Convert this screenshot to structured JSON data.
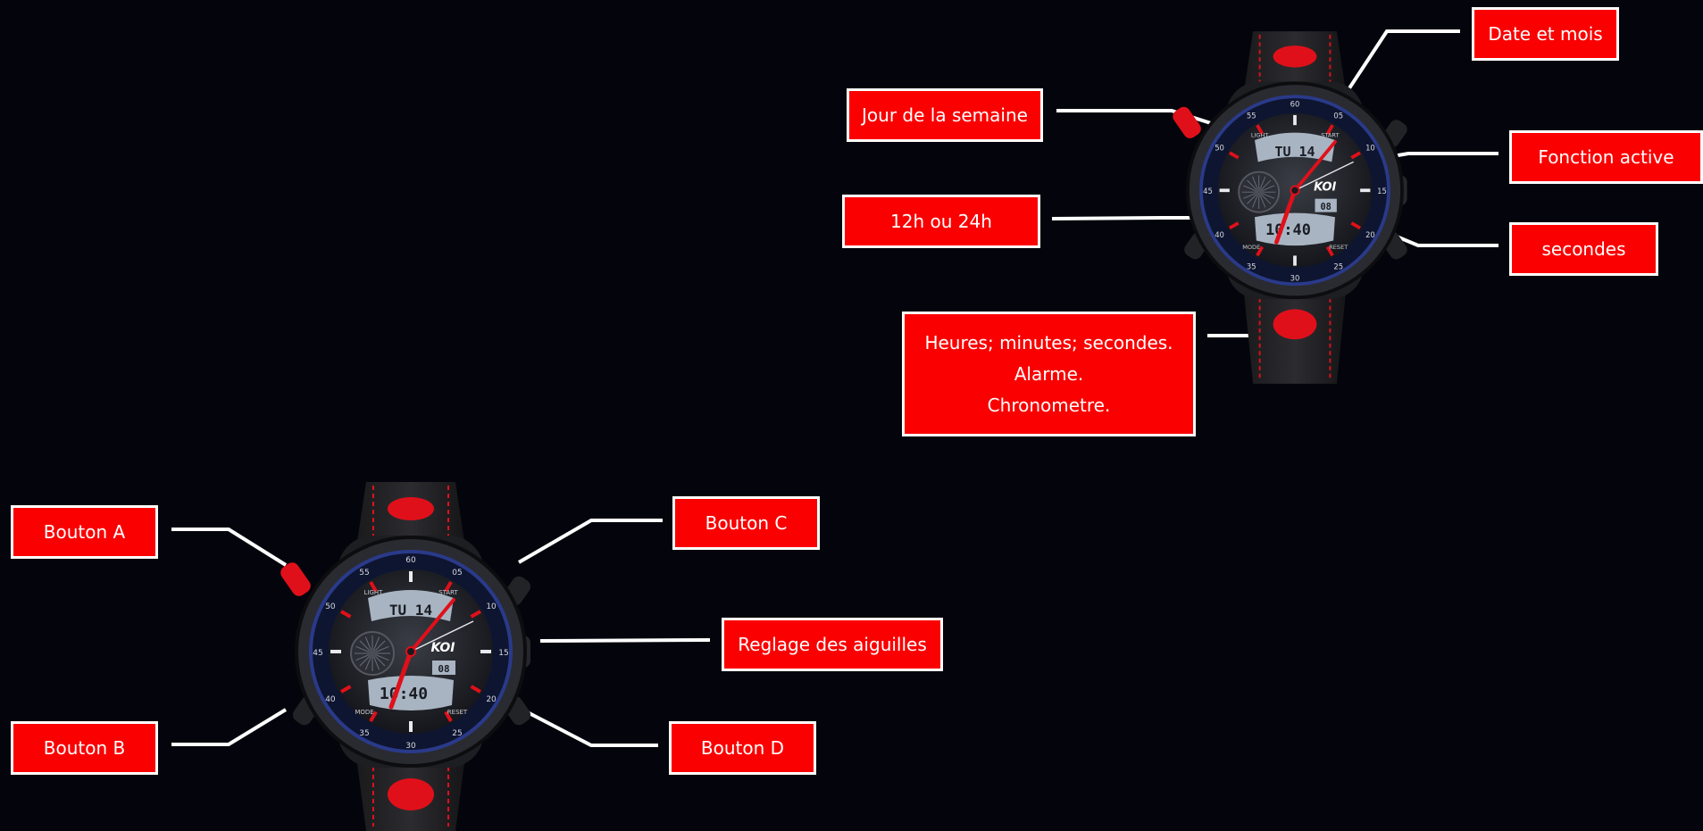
{
  "labels_bottom": {
    "bouton_a": "Bouton A",
    "bouton_b": "Bouton B",
    "bouton_c": "Bouton C",
    "bouton_d": "Bouton D",
    "reglage": "Reglage des aiguilles"
  },
  "labels_top": {
    "date_mois": "Date et mois",
    "jour_semaine": "Jour de la semaine",
    "fonction_active": "Fonction active",
    "h12_24": "12h ou 24h",
    "secondes": "secondes",
    "multi_line_1": "Heures; minutes; secondes.",
    "multi_line_2": "Alarme.",
    "multi_line_3": "Chronometre."
  },
  "watch": {
    "brand": "KOI",
    "lcd_top": "TU 14",
    "lcd_bottom": "10:40",
    "lcd_seconds": "08",
    "ring_numbers": [
      "60",
      "05",
      "10",
      "15",
      "20",
      "25",
      "30",
      "35",
      "40",
      "45",
      "50",
      "55"
    ],
    "dial_words": [
      "LIGHT",
      "START",
      "MODE",
      "RESET"
    ]
  },
  "colors": {
    "label_bg": "#fb0000",
    "background": "#04050c",
    "accent_red": "#e0101a"
  }
}
